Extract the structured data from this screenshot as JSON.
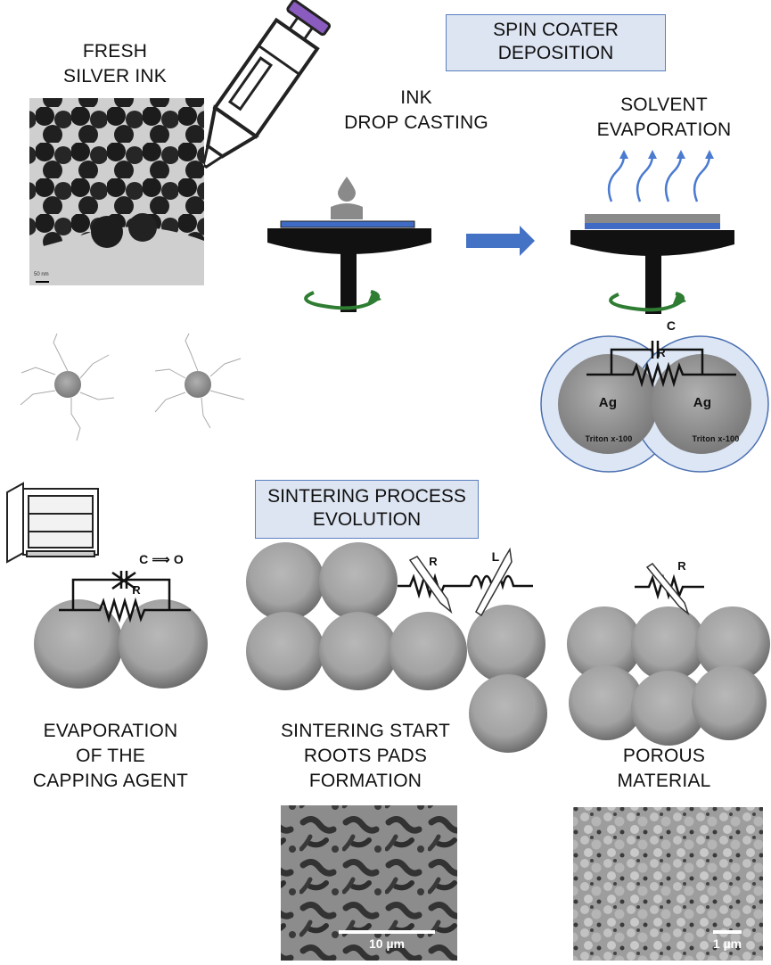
{
  "labels": {
    "fresh_ink": [
      "FRESH",
      "SILVER INK"
    ],
    "drop_casting": [
      "INK",
      "DROP CASTING"
    ],
    "solvent": [
      "SOLVENT",
      "EVAPORATION"
    ],
    "evap_capping": [
      "EVAPORATION",
      "OF THE",
      "CAPPING AGENT"
    ],
    "sinter_start": [
      "SINTERING START",
      "ROOTS PADS",
      "FORMATION"
    ],
    "porous": [
      "POROUS",
      "MATERIAL"
    ]
  },
  "boxes": {
    "spin_coater": [
      "SPIN COATER",
      "DEPOSITION"
    ],
    "sintering": [
      "SINTERING PROCESS",
      "EVOLUTION"
    ]
  },
  "circuit": {
    "c": "C",
    "r": "R",
    "l": "L",
    "c_to_o": "C ⟹ O",
    "ag": "Ag",
    "triton": "Triton x-100"
  },
  "scale_bars": {
    "tem": "50 nm",
    "sem_1": "10 µm",
    "sem_2": "1 µm"
  },
  "colors": {
    "box_fill": "#dde5f2",
    "box_border": "#5b7fbf",
    "arrow_blue": "#4472c4",
    "rotation_green": "#3a8a3a",
    "particle_gray": "#9a9a9a",
    "shell_blue": "#dce6f4"
  }
}
